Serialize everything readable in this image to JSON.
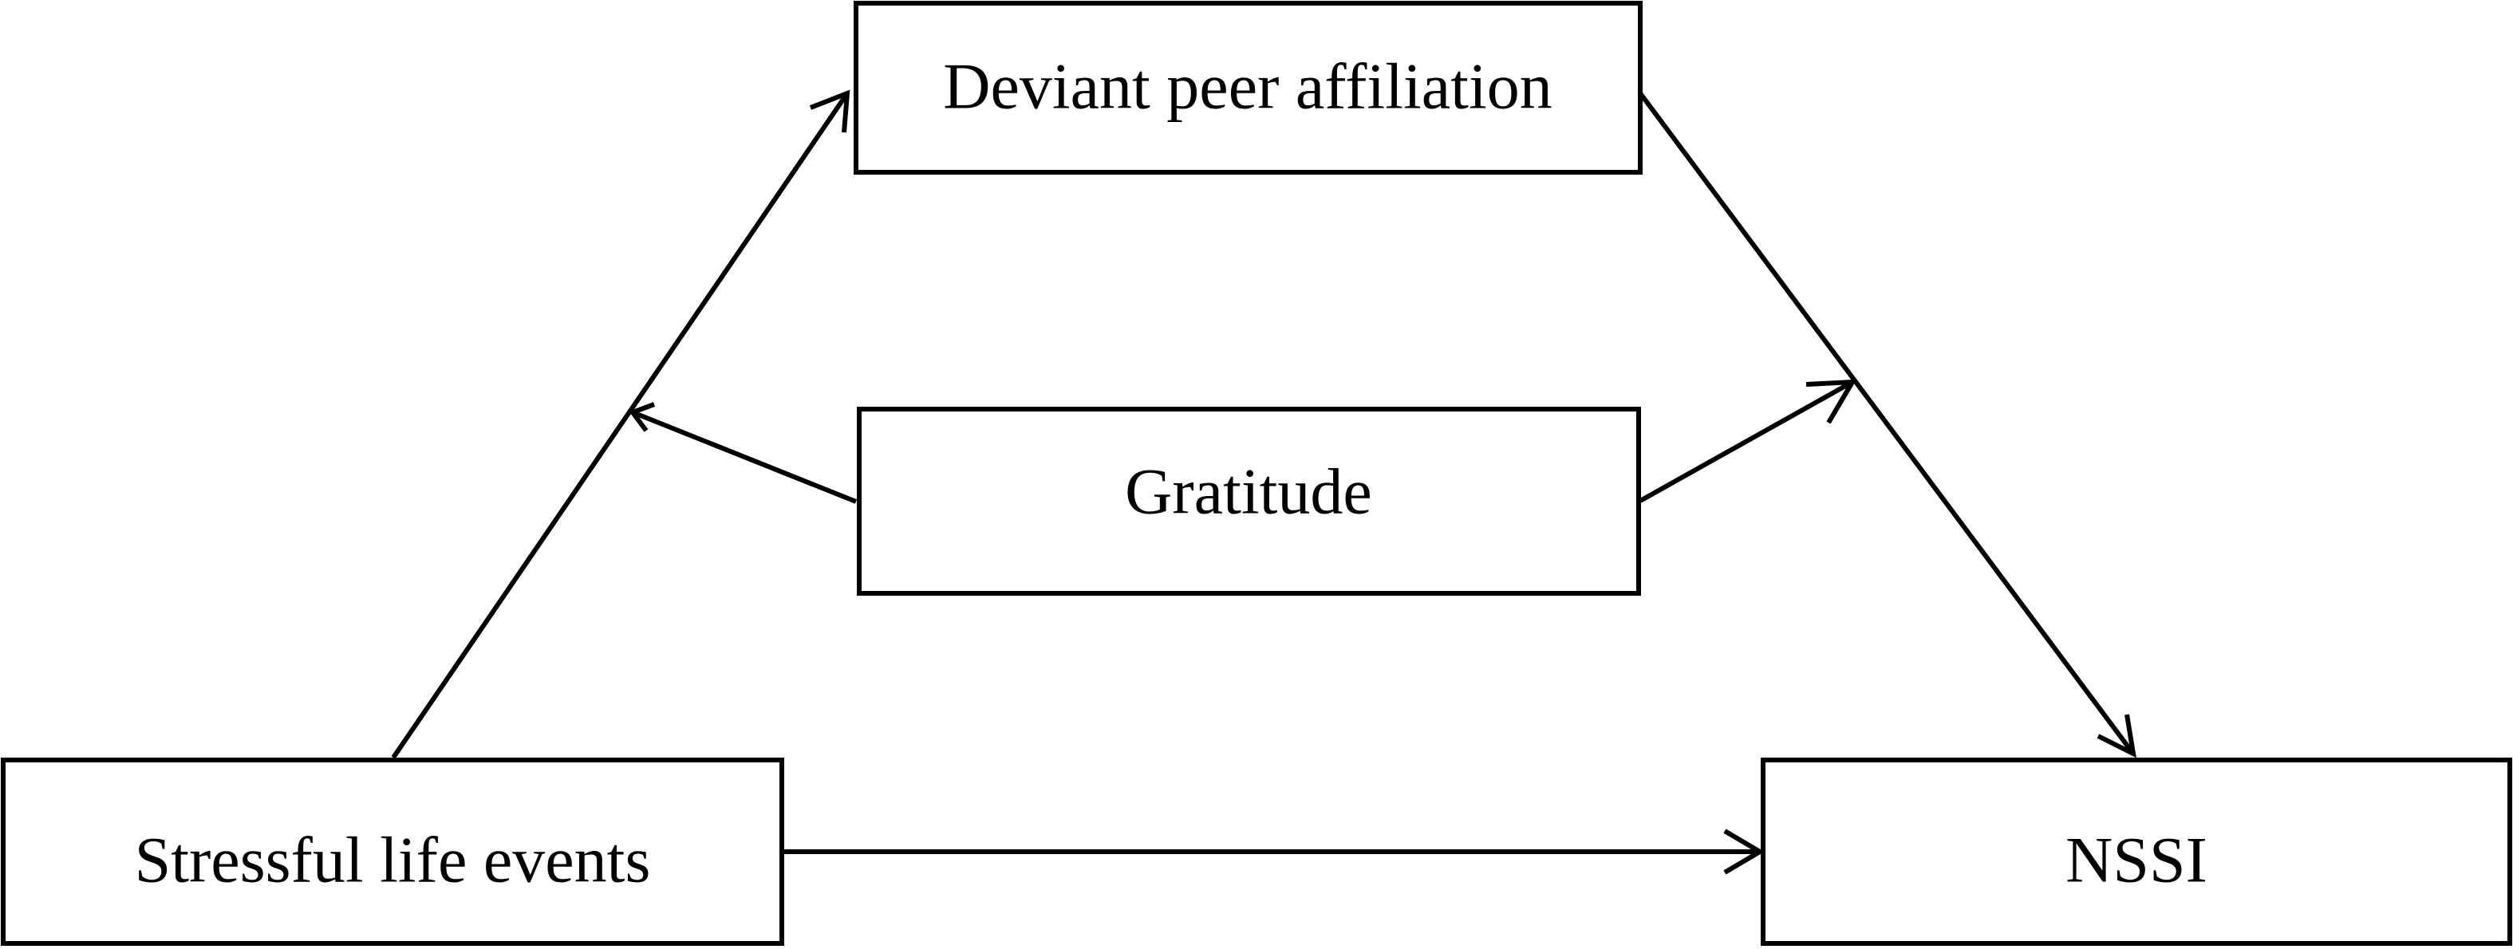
{
  "diagram": {
    "nodes": {
      "deviant_peer": {
        "label": "Deviant peer affiliation"
      },
      "gratitude": {
        "label": "Gratitude"
      },
      "stressful_events": {
        "label": "Stressful life events"
      },
      "nssi": {
        "label": "NSSI"
      }
    },
    "edges": [
      {
        "from": "stressful_events",
        "to": "deviant_peer",
        "kind": "path"
      },
      {
        "from": "deviant_peer",
        "to": "nssi",
        "kind": "path"
      },
      {
        "from": "stressful_events",
        "to": "nssi",
        "kind": "path"
      },
      {
        "from": "gratitude",
        "to": "stressful_events->deviant_peer",
        "kind": "moderation"
      },
      {
        "from": "gratitude",
        "to": "deviant_peer->nssi",
        "kind": "moderation"
      }
    ],
    "colors": {
      "stroke": "#000000",
      "background": "#ffffff"
    }
  }
}
